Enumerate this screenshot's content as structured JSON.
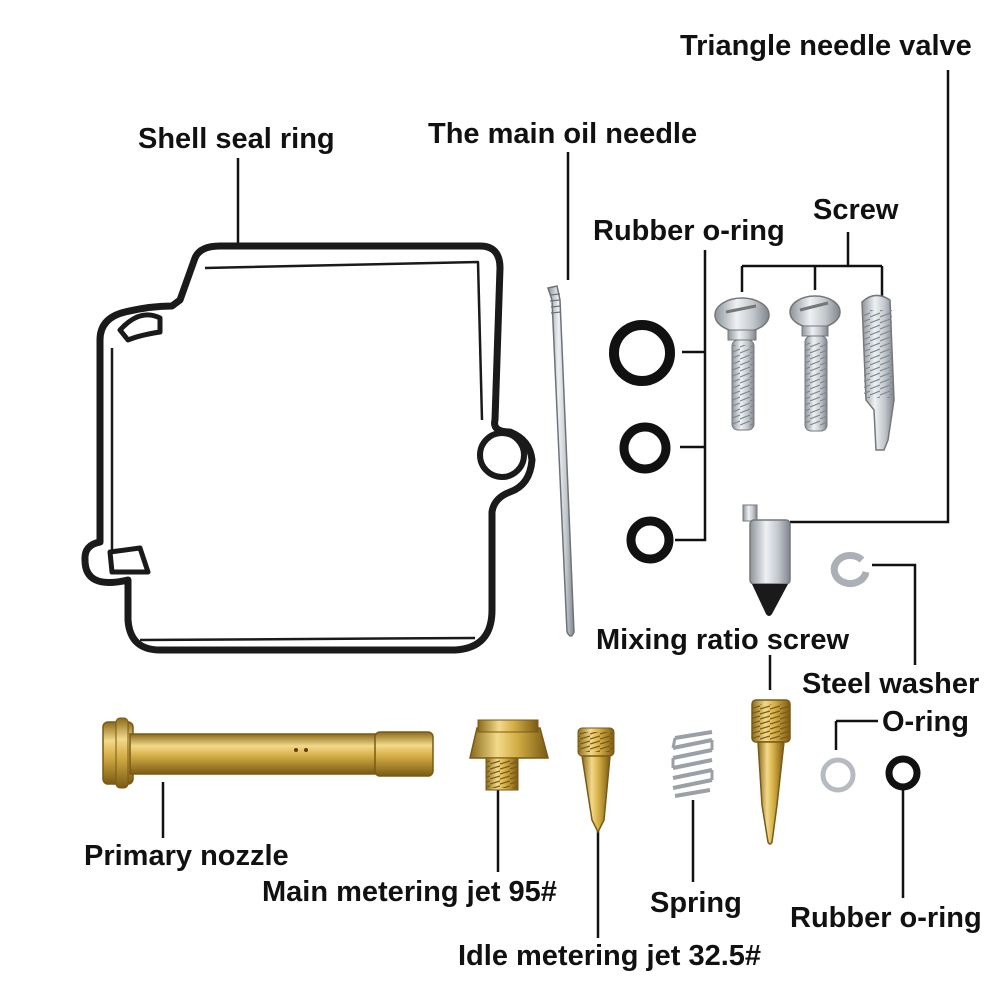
{
  "labels": {
    "triangle_needle_valve": "Triangle needle valve",
    "shell_seal_ring": "Shell seal ring",
    "main_oil_needle": "The main oil needle",
    "rubber_o_ring_top": "Rubber o-ring",
    "screw": "Screw",
    "mixing_ratio_screw": "Mixing ratio screw",
    "steel_washer": "Steel washer",
    "o_ring": "O-ring",
    "primary_nozzle": "Primary nozzle",
    "main_metering_jet": "Main metering jet 95#",
    "spring": "Spring",
    "rubber_o_ring_bottom": "Rubber o-ring",
    "idle_metering_jet": "Idle metering jet 32.5#"
  },
  "colors": {
    "text": "#111111",
    "leader_line": "#111111",
    "gasket": "#1a1a1a",
    "brass": "#c9a63a",
    "steel": "#b9bec4"
  }
}
